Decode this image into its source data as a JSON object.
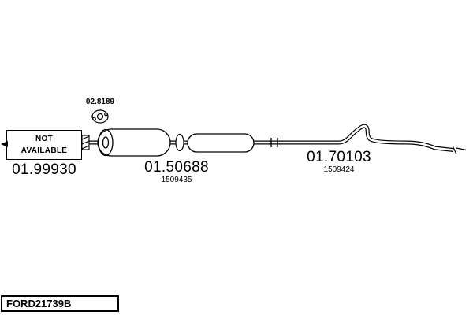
{
  "colors": {
    "background": "#ffffff",
    "line": "#000000"
  },
  "icons": {
    "direction_arrow": "left-pointing solid triangle",
    "gasket": "two-bolt flange gasket outline"
  },
  "diagram": {
    "not_available": {
      "line1": "NOT",
      "line2": "AVAILABLE",
      "part_number": "01.99930"
    },
    "gasket": {
      "part_number": "02.8189"
    },
    "middle_silencer": {
      "part_number": "01.50688",
      "ref_number": "1509435"
    },
    "rear_silencer": {
      "part_number": "01.70103",
      "ref_number": "1509424"
    }
  },
  "footer": {
    "reference": "FORD21739B"
  }
}
